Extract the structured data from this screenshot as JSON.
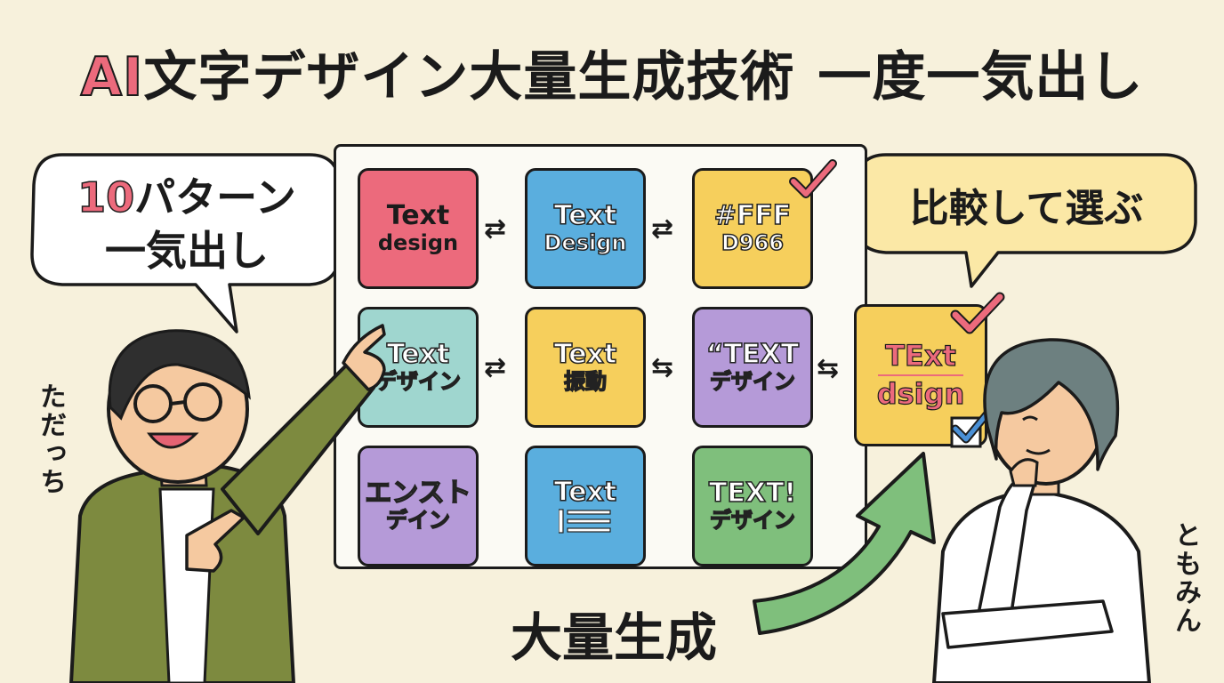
{
  "title": {
    "prefix": "AI",
    "main": "文字デザイン大量生成技術",
    "suffix": "一度一気出し"
  },
  "left_bubble": {
    "count": "10",
    "line1_rest": "パターン",
    "line2": "一気出し"
  },
  "right_bubble": {
    "text": "比較して選ぶ"
  },
  "tiles": [
    {
      "l1": "Text",
      "l2": "design",
      "bg": "#ec6a7c",
      "fg": "#1b1b1b",
      "style": "solid"
    },
    {
      "l1": "Text",
      "l2": "Design",
      "bg": "#5aaede",
      "fg": "#ffffff",
      "style": "outline"
    },
    {
      "l1": "#FFF",
      "l2": "D966",
      "bg": "#f6cf5c",
      "fg": "#ffffff",
      "style": "outline"
    },
    {
      "l1": "Text",
      "l2": "デザイン",
      "bg": "#9fd6cf",
      "fg": "#ffffff",
      "style": "outline"
    },
    {
      "l1": "Text",
      "l2": "振動",
      "bg": "#f6cf5c",
      "fg": "#ffffff",
      "style": "outline"
    },
    {
      "l1": "“TEXT",
      "l2": "デザイン",
      "bg": "#b59ad8",
      "fg": "#ffffff",
      "style": "outline"
    },
    {
      "l1": "エンスト",
      "l2": "デイン",
      "bg": "#b59ad8",
      "fg": "#ffffff",
      "style": "outline"
    },
    {
      "l1": "Text",
      "l2": "",
      "bg": "#5aaede",
      "fg": "#ffffff",
      "style": "outline"
    },
    {
      "l1": "TEXT!",
      "l2": "デザイン",
      "bg": "#7fbf7c",
      "fg": "#ffffff",
      "style": "outline"
    }
  ],
  "selected_tile": {
    "l1": "TExt",
    "l2": "dsign",
    "bg": "#f6cf5c",
    "fg": "#ec6a7c"
  },
  "arrow_symbol": "⇄",
  "arrow_left_symbol": "⇆",
  "mass_generation_label": "大量生成",
  "characters": {
    "left_name": "ただっち",
    "right_name": "ともみん"
  },
  "colors": {
    "background": "#f7f1dc",
    "accent_pink": "#ec6a7c",
    "check_blue": "#4a90d6",
    "arrow_green": "#7fbf7c",
    "bubble_right": "#fbe8a6"
  }
}
